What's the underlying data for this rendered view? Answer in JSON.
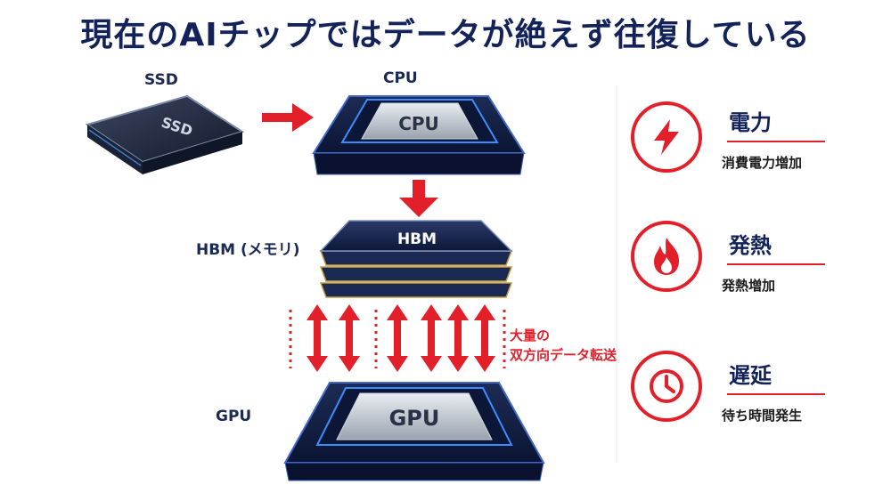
{
  "title": "現在のAIチップではデータが絶えず往復している",
  "labels": {
    "ssd": "SSD",
    "cpu": "CPU",
    "hbm": "HBM (メモリ)",
    "gpu": "GPU"
  },
  "chips": {
    "ssd_text": "SSD",
    "cpu_text": "CPU",
    "hbm_text": "HBM",
    "gpu_text": "GPU"
  },
  "transfer_note": {
    "line1": "大量の",
    "line2": "双方向データ転送"
  },
  "issues": [
    {
      "title": "電力",
      "subtitle": "消費電力増加",
      "icon": "lightning-icon"
    },
    {
      "title": "発熱",
      "subtitle": "発熱増加",
      "icon": "flame-icon"
    },
    {
      "title": "遅延",
      "subtitle": "待ち時間発生",
      "icon": "clock-icon"
    }
  ],
  "colors": {
    "accent_red": "#e3202a",
    "navy": "#13235a"
  }
}
